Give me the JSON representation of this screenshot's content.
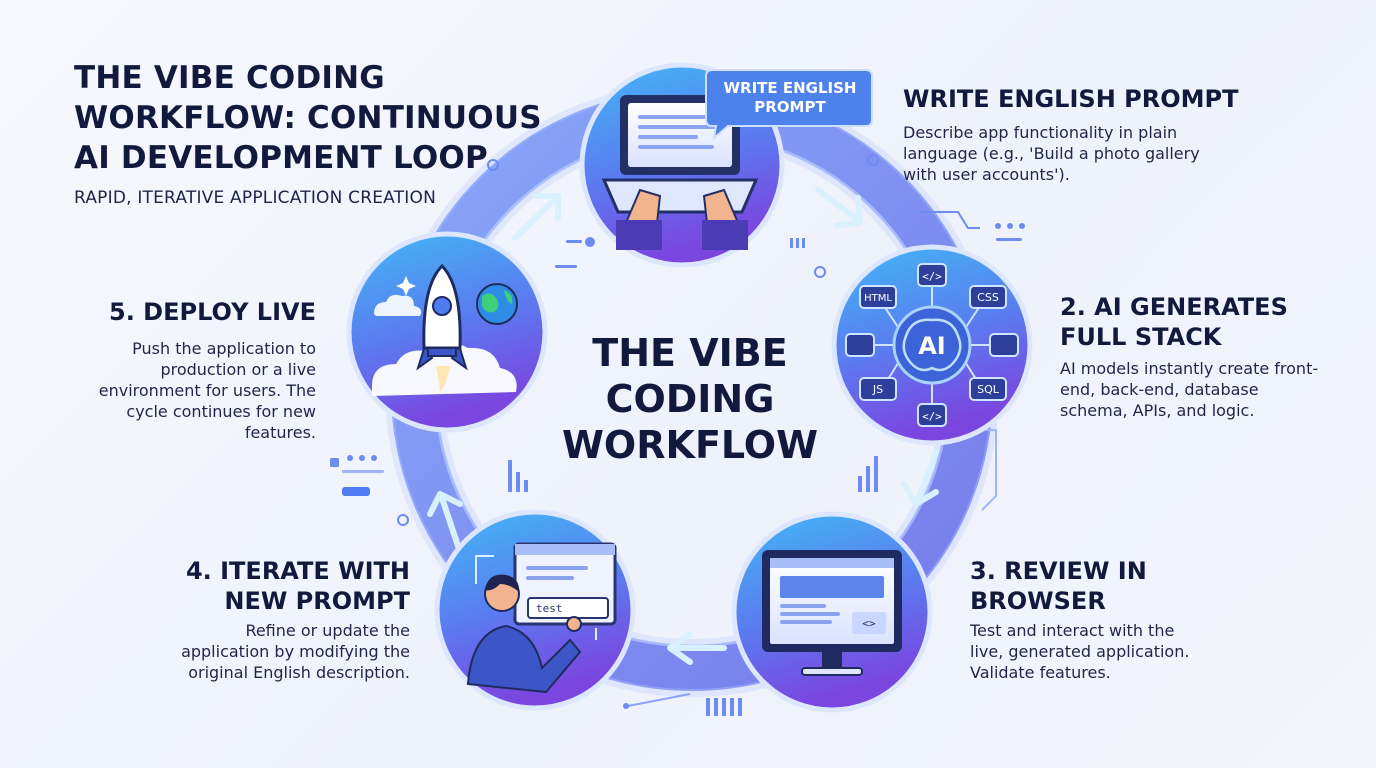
{
  "header": {
    "title": "THE VIBE CODING WORKFLOW: CONTINUOUS AI DEVELOPMENT LOOP",
    "subtitle": "RAPID, ITERATIVE APPLICATION CREATION"
  },
  "center": {
    "title": "THE VIBE CODING WORKFLOW"
  },
  "steps": [
    {
      "title": "WRITE ENGLISH PROMPT",
      "description": "Describe app functionality in plain language (e.g., 'Build a photo gallery with user accounts').",
      "bubble": "WRITE ENGLISH PROMPT",
      "icon": "laptop-typing-icon"
    },
    {
      "title": "2. AI GENERATES FULL STACK",
      "description": "AI models instantly create front-end, back-end, database schema, APIs, and logic.",
      "icon": "ai-brain-icon",
      "chips": {
        "html": "HTML",
        "css": "CSS",
        "js": "JS",
        "sql": "SQL",
        "ai": "AI",
        "code1": "</>",
        "code2": "</>"
      }
    },
    {
      "title": "3. REVIEW IN BROWSER",
      "description": "Test and interact with the live, generated application. Validate features.",
      "icon": "monitor-icon",
      "code": "<>"
    },
    {
      "title": "4. ITERATE WITH NEW PROMPT",
      "description": "Refine or update the application by modifying the original English description.",
      "icon": "person-editing-icon",
      "input_text": "test"
    },
    {
      "title": "5. DEPLOY LIVE",
      "description": "Push the application to production or a live environment for users. The cycle continues for new features.",
      "icon": "rocket-launch-icon"
    }
  ],
  "colors": {
    "ring": "#5b7cf2",
    "ring_light": "#9fb8ff",
    "node_top": "#3fb4f4",
    "node_bottom": "#7a45e0",
    "title": "#111a3d"
  }
}
